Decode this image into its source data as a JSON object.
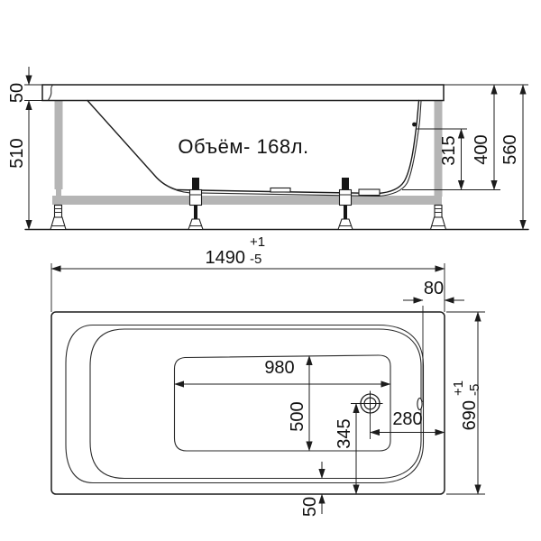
{
  "drawing": {
    "title": "bathtub-technical-drawing",
    "side_view": {
      "volume_label": "Объём- 168л.",
      "dim_rim_height": "50",
      "dim_body_height": "510",
      "dim_inner_height": "315",
      "dim_shell_height": "400",
      "dim_total_height": "560"
    },
    "length": {
      "value": "1490",
      "tol_plus": "+1",
      "tol_minus": "-5"
    },
    "top_view": {
      "dim_rim_right": "80",
      "dim_bottom_length": "980",
      "dim_bottom_width": "500",
      "dim_drain_to_edge": "345",
      "dim_drain_to_right": "280",
      "dim_rim_bottom": "50",
      "width": {
        "value": "690",
        "tol_plus": "+1",
        "tol_minus": "-5"
      }
    },
    "colors": {
      "line": "#1c1c1c",
      "frame_gray": "#b5b5b5",
      "background": "#ffffff"
    }
  }
}
